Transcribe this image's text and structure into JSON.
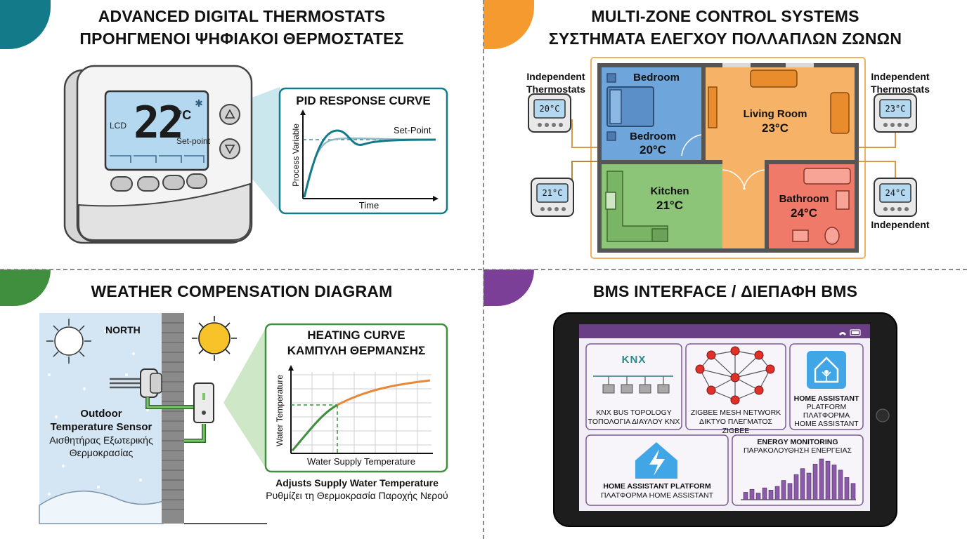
{
  "colors": {
    "teal": "#137a8a",
    "orange": "#f59a2e",
    "green": "#3f8f3f",
    "purple": "#7b3f98",
    "bedroom": "#6ea6dc",
    "living": "#f6b266",
    "kitchen": "#8cc478",
    "bathroom": "#f07a6a",
    "bms_bar": "#6b3f86"
  },
  "q1": {
    "title_en": "ADVANCED DIGITAL THERMOSTATS",
    "title_gr": "ΠΡΟΗΓΜΕΝΟΙ ΨΗΦΙΑΚΟΙ ΘΕΡΜΟΣΤΑΤΕΣ",
    "lcd_label": "LCD",
    "temp": "22",
    "unit": "°C",
    "setpoint": "Set-point",
    "pid": {
      "title": "PID RESPONSE CURVE",
      "setpoint_label": "Set-Point",
      "ylabel": "Process Variable",
      "xlabel": "Time"
    }
  },
  "q2": {
    "title_en": "MULTI-ZONE CONTROL SYSTEMS",
    "title_gr": "ΣΥΣΤΗΜΑΤΑ ΕΛΕΓΧΟΥ ΠΟΛΛΑΠΛΩΝ ΖΩΝΩΝ",
    "label_tl": "Independent Thermostats",
    "label_tr": "Independent Thermostats",
    "label_br": "Independent",
    "rooms": {
      "bedroom_top": "Bedroom",
      "bedroom_name": "Bedroom",
      "bedroom_temp": "20°C",
      "living_name": "Living Room",
      "living_temp": "23°C",
      "kitchen_name": "Kitchen",
      "kitchen_temp": "21°C",
      "bathroom_name": "Bathroom",
      "bathroom_temp": "24°C"
    },
    "thermostats": {
      "t1": "20°C",
      "t2": "21°C",
      "t3": "23°C",
      "t4": "24°C"
    }
  },
  "q3": {
    "title": "WEATHER COMPENSATION DIAGRAM",
    "north": "NORTH",
    "sensor_en_1": "Outdoor",
    "sensor_en_2": "Temperature Sensor",
    "sensor_gr_1": "Αισθητήρας Εξωτερικής",
    "sensor_gr_2": "Θερμοκρασίας",
    "curve_title_en": "HEATING CURVE",
    "curve_title_gr": "ΚΑΜΠΥΛΗ ΘΕΡΜΑΝΣΗΣ",
    "ylabel": "Water Temperature",
    "xlabel": "Water Supply Temperature",
    "caption_en": "Adjusts Supply Water Temperature",
    "caption_gr": "Ρυθμίζει τη Θερμοκρασία Παροχής Νερού"
  },
  "q4": {
    "title": "BMS INTERFACE / ΔΙΕΠΑΦΗ BMS",
    "knx_logo": "KNX",
    "knx_en": "KNX BUS TOPOLOGY",
    "knx_gr": "ΤΟΠΟΛΟΓΙΑ ΔΙΑΥΛΟΥ KNX",
    "zigbee_en": "ZIGBEE MESH NETWORK",
    "zigbee_gr": "ΔΙΚΤΥΟ ΠΛΕΓΜΑΤΟΣ ZIGBEE",
    "ha_1": "HOME ASSISTANT",
    "ha_2": "PLATFORM",
    "ha_3": "ΠΛΑΤΦΟΡΜΑ",
    "ha_4": "HOME ASSISTANT",
    "ha2_en": "HOME ASSISTANT PLATFORM",
    "ha2_gr": "ΠΛΑΤΦΟΡΜΑ HOME ASSISTANT",
    "energy_en": "ENERGY MONITORING",
    "energy_gr": "ΠΑΡΑΚΟΛΟΥΘΗΣΗ ΕΝΕΡΓΕΙΑΣ",
    "energy_bars": [
      10,
      14,
      9,
      16,
      13,
      18,
      26,
      22,
      34,
      42,
      36,
      48,
      55,
      52,
      47,
      40,
      30,
      22
    ]
  }
}
